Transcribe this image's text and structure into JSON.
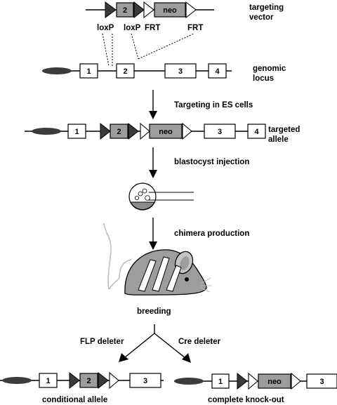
{
  "labels": {
    "targeting_vector": "targeting\nvector",
    "genomic_locus": "genomic\nlocus",
    "targeted_allele": "targeted\nallele",
    "step_es": "Targeting in ES cells",
    "step_blast": "blastocyst injection",
    "step_chimera": "chimera production",
    "breeding": "breeding",
    "flp": "FLP deleter",
    "cre": "Cre deleter",
    "conditional": "conditional allele",
    "knockout": "complete knock-out"
  },
  "vector_labels": {
    "loxp1": "loxP",
    "loxp2": "loxP",
    "frt1": "FRT",
    "frt2": "FRT"
  },
  "exons": {
    "e1": "1",
    "e2": "2",
    "e3": "3",
    "e4": "4",
    "neo": "neo"
  },
  "colors": {
    "exon_marked": "#9d9d9d",
    "loxp": "#3a3a3a",
    "mouse": "#9d9d9d"
  }
}
